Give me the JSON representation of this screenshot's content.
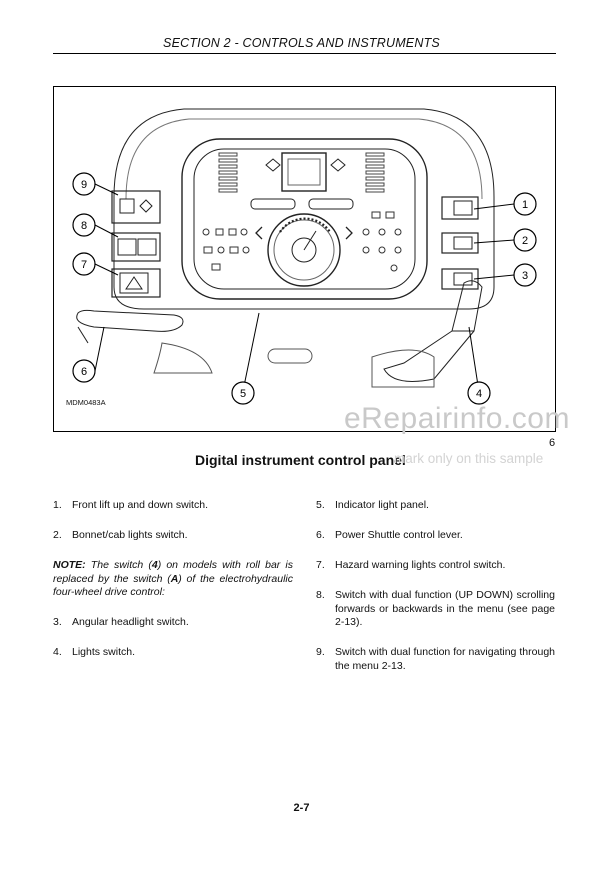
{
  "header": {
    "title": "SECTION 2 - CONTROLS AND INSTRUMENTS"
  },
  "figure": {
    "code": "MDM0483A",
    "callouts": [
      "1",
      "2",
      "3",
      "4",
      "5",
      "6",
      "7",
      "8",
      "9"
    ],
    "number": "6",
    "watermark": "eRepairinfo.com",
    "watermark_note": "mark only on this sample"
  },
  "caption": "Digital instrument control panel",
  "left_items": [
    {
      "num": "1.",
      "text": "Front lift up and down switch."
    },
    {
      "num": "2.",
      "text": "Bonnet/cab lights switch."
    }
  ],
  "note": {
    "label": "NOTE:",
    "text_a": " The switch (",
    "ref_a": "4",
    "text_b": ") on models with roll bar is replaced by the switch (",
    "ref_b": "A",
    "text_c": ") of the electrohydraulic four-wheel drive control:"
  },
  "left_items_2": [
    {
      "num": "3.",
      "text": "Angular headlight switch."
    },
    {
      "num": "4.",
      "text": "Lights switch."
    }
  ],
  "right_items": [
    {
      "num": "5.",
      "text": "Indicator light panel."
    },
    {
      "num": "6.",
      "text": "Power Shuttle control lever."
    },
    {
      "num": "7.",
      "text": "Hazard warning lights control switch."
    },
    {
      "num": "8.",
      "text": "Switch with dual function (UP DOWN) scrolling forwards or backwards in the menu (see page 2-13)."
    },
    {
      "num": "9.",
      "text": "Switch with dual function for navigating through the menu 2-13."
    }
  ],
  "page_number": "2-7"
}
